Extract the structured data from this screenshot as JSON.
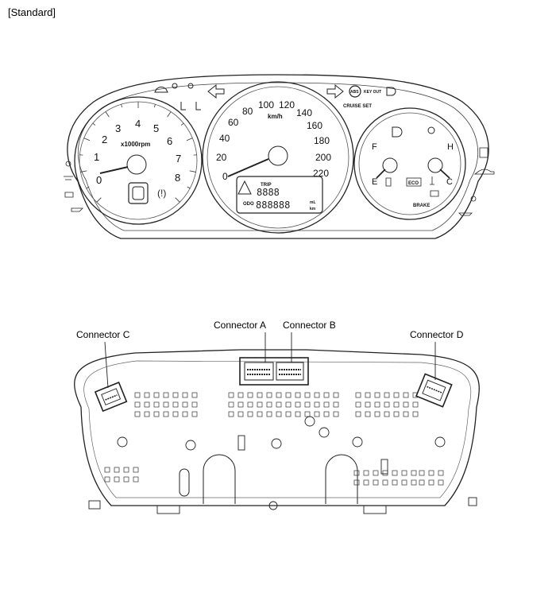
{
  "header": {
    "label": "[Standard]"
  },
  "tachometer": {
    "ticks": [
      "0",
      "1",
      "2",
      "3",
      "4",
      "5",
      "6",
      "7",
      "8"
    ],
    "unit": "x1000rpm"
  },
  "speedometer": {
    "ticks": [
      "0",
      "20",
      "40",
      "60",
      "80",
      "100",
      "120",
      "140",
      "160",
      "180",
      "200",
      "220"
    ],
    "unit": "km/h",
    "lcd": {
      "trip": "TRIP",
      "odo": "ODO",
      "ml": "mL",
      "km": "km"
    }
  },
  "fuel_gauge": {
    "full": "F",
    "empty": "E",
    "eco": "ECO"
  },
  "temp_gauge": {
    "hot": "H",
    "cold": "C",
    "brake": "BRAKE"
  },
  "top_indicators": {
    "abs": "ABS",
    "key_out": "KEY OUT",
    "cruise_set": "CRUISE SET"
  },
  "connectors": {
    "c": "Connector C",
    "a": "Connector A",
    "b": "Connector B",
    "d": "Connector D"
  }
}
